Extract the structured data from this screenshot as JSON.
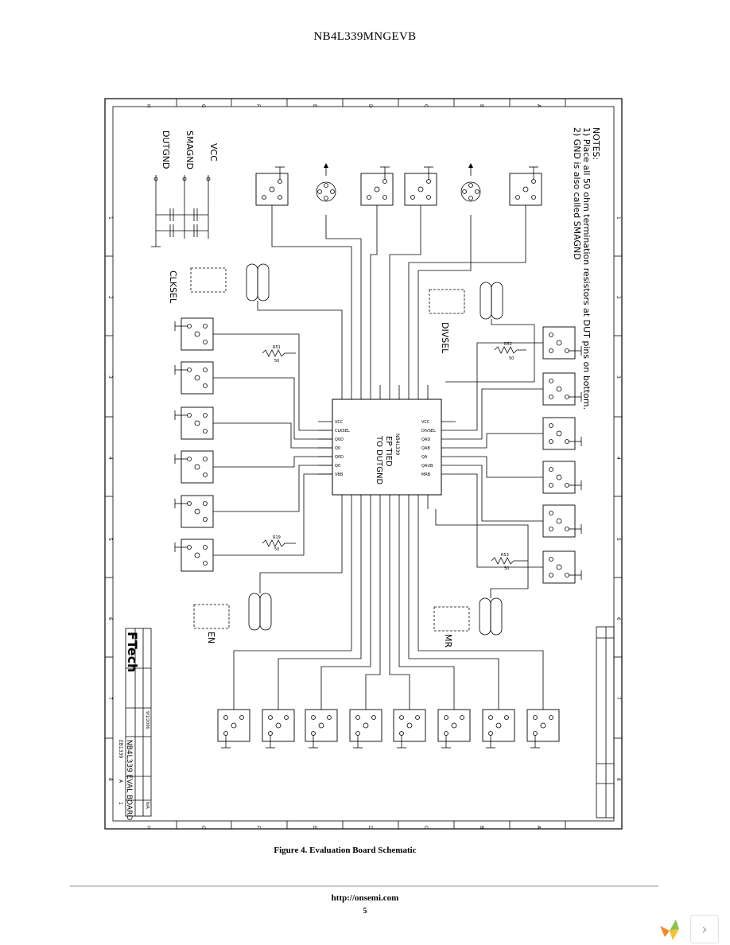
{
  "page": {
    "header": "NB4L339MNGEVB",
    "caption": "Figure 4. Evaluation Board Schematic",
    "url": "http://onsemi.com",
    "page_number": "5"
  },
  "schematic": {
    "notes_title": "NOTES:",
    "note_1": "1) Place all 50 ohm termination resistors at DUT pins on bottom.",
    "note_2": "2) GND is also called SMAGND",
    "power_labels": [
      "VCC",
      "SMAGND",
      "DUTGND"
    ],
    "ic_label": "NB4L339",
    "ep_label_1": "EP TIED",
    "ep_label_2": "TO DUTGND",
    "select_labels": [
      "CLKSEL",
      "DIVSEL",
      "EN",
      "MR"
    ],
    "left_pins": [
      "VCC",
      "CLKSEL",
      "Q0D",
      "Q0",
      "Q0D",
      "Q0",
      "VBB"
    ],
    "right_pins": [
      "VCC",
      "DIVSEL",
      "QAD",
      "QAB",
      "QA",
      "QAUB",
      "MRB"
    ],
    "row_letters": [
      "H",
      "G",
      "F",
      "E",
      "D",
      "C",
      "B",
      "A"
    ],
    "col_numbers": [
      "1",
      "2",
      "3",
      "4",
      "5",
      "6",
      "7",
      "8"
    ],
    "title_block": {
      "company": "FTech",
      "board_title": "NB4L339 EVAL BOARD",
      "doc_no": "EB1339",
      "rev": "A",
      "sheet": "1",
      "date": "9/1/2006",
      "scale": "N/A"
    },
    "resistors": [
      "R51",
      "R19",
      "R53",
      "R52"
    ],
    "resistor_value": "50"
  },
  "colors": {
    "ink": "#000000",
    "rule": "#c8c8c8"
  }
}
